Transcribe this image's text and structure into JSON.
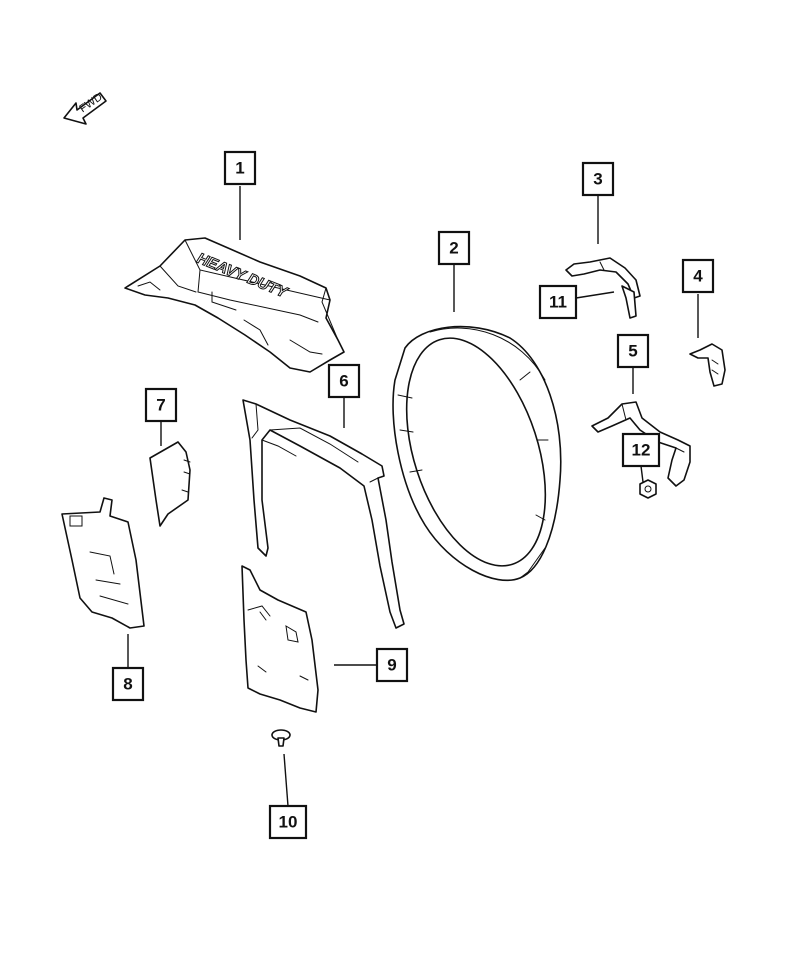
{
  "diagram": {
    "fwd_label": "FWD",
    "emboss_text": "HEAVY DUTY",
    "callouts": [
      {
        "id": "callout-1",
        "label": "1"
      },
      {
        "id": "callout-2",
        "label": "2"
      },
      {
        "id": "callout-3",
        "label": "3"
      },
      {
        "id": "callout-4",
        "label": "4"
      },
      {
        "id": "callout-5",
        "label": "5"
      },
      {
        "id": "callout-6",
        "label": "6"
      },
      {
        "id": "callout-7",
        "label": "7"
      },
      {
        "id": "callout-8",
        "label": "8"
      },
      {
        "id": "callout-9",
        "label": "9"
      },
      {
        "id": "callout-10",
        "label": "10"
      },
      {
        "id": "callout-11",
        "label": "11"
      },
      {
        "id": "callout-12",
        "label": "12"
      }
    ]
  }
}
